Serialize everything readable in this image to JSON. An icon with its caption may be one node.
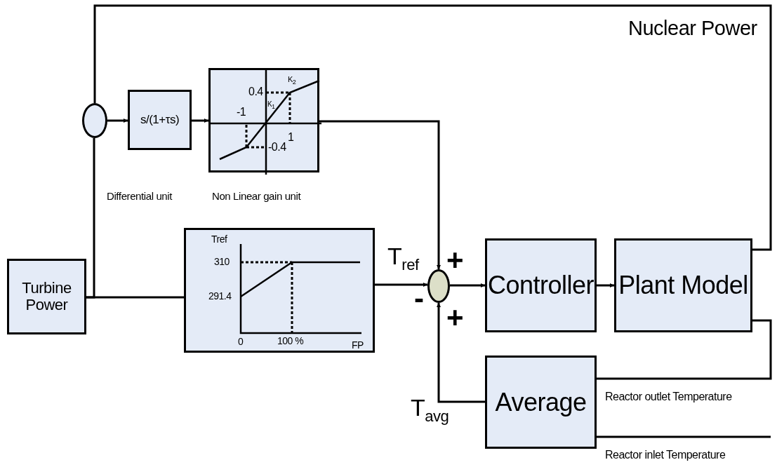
{
  "diagram": {
    "nodes": [
      {
        "text": [
          "Turbine Power"
        ]
      },
      {
        "text": [],
        "shape": "circle"
      },
      {
        "text": [
          "s/(1+τs)"
        ],
        "beside": [
          "Differential unit"
        ]
      },
      {
        "text": [
          "0.4",
          "K$_{2}$",
          "K$_{1}$",
          "-1",
          "1",
          "-0.4"
        ],
        "beside": [
          "Non Linear gain unit"
        ]
      },
      {
        "text": [
          "Tref",
          "310",
          "291.4",
          "0",
          "100 %",
          "FP"
        ]
      },
      {
        "text": [],
        "shape": "circle"
      },
      {
        "text": [
          "Controller"
        ]
      },
      {
        "text": [
          "Plant Model"
        ]
      },
      {
        "text": [
          "Average"
        ]
      }
    ],
    "edges": [
      {
        "from": 0,
        "to": 4,
        "arrow": "none"
      },
      {
        "from": 0,
        "to": 1,
        "arrow": "none"
      },
      {
        "from": 7,
        "to": 1,
        "arrow": "none"
      },
      {
        "from": 1,
        "to": 2,
        "arrow": "to"
      },
      {
        "from": 2,
        "to": 3,
        "arrow": "to"
      },
      {
        "from": 3,
        "to": 5,
        "arrow": "to"
      },
      {
        "from": 4,
        "to": 5,
        "arrow": "to"
      },
      {
        "from": 5,
        "to": 6,
        "arrow": "to"
      },
      {
        "from": 6,
        "to": 7,
        "arrow": "to"
      },
      {
        "from": 7,
        "to": 8,
        "arrow": "none"
      },
      {
        "from": null,
        "to": 8,
        "arrow": "none"
      },
      {
        "from": 8,
        "to": 5,
        "arrow": "to"
      }
    ],
    "labels": [
      "Nuclear Power",
      "T$_{ref}$",
      "+",
      "-",
      "+",
      "T$_{avg}$",
      "Reactor outlet Temperature",
      "Reactor inlet Temperature"
    ]
  }
}
